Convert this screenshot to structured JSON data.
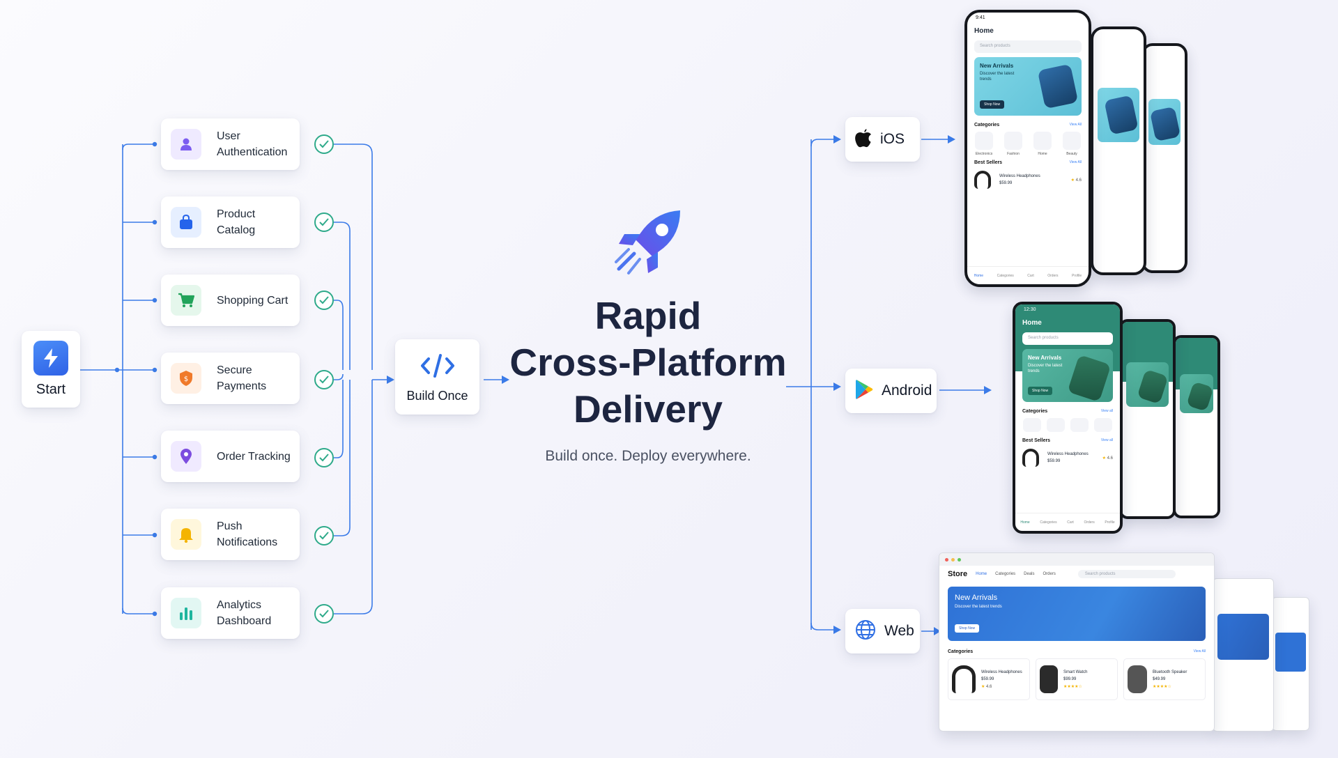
{
  "start": {
    "label": "Start",
    "icon": "lightning-icon"
  },
  "features": [
    {
      "label": "User Authentication",
      "icon": "user-icon",
      "color": "#7c5cf0",
      "bg": "#efeaff"
    },
    {
      "label": "Product Catalog",
      "icon": "shopping-bag-icon",
      "color": "#2563eb",
      "bg": "#e6efff"
    },
    {
      "label": "Shopping Cart",
      "icon": "cart-icon",
      "color": "#22a35a",
      "bg": "#e5f7ec"
    },
    {
      "label": "Secure Payments",
      "icon": "shield-icon",
      "color": "#f07a2a",
      "bg": "#fff0e4"
    },
    {
      "label": "Order Tracking",
      "icon": "location-pin-icon",
      "color": "#7c4ddf",
      "bg": "#f0eaff"
    },
    {
      "label": "Push Notifications",
      "icon": "bell-icon",
      "color": "#f4b400",
      "bg": "#fff7dc"
    },
    {
      "label": "Analytics Dashboard",
      "icon": "bar-chart-icon",
      "color": "#1fb59e",
      "bg": "#e2f7f3"
    }
  ],
  "build": {
    "label": "Build Once",
    "icon": "code-icon"
  },
  "title": {
    "line1": "Rapid",
    "line2": "Cross-Platform",
    "line3": "Delivery"
  },
  "tagline": "Build once. Deploy everywhere.",
  "platforms": [
    {
      "label": "iOS",
      "icon": "apple-icon"
    },
    {
      "label": "Android",
      "icon": "play-store-icon"
    },
    {
      "label": "Web",
      "icon": "globe-icon"
    }
  ],
  "colors": {
    "accent": "#2f6fe4",
    "check": "#2eaa8a",
    "title": "#1d2540"
  },
  "ios_app": {
    "time": "9:41",
    "header": "Home",
    "search": "Search products",
    "hero_title": "New Arrivals",
    "hero_sub": "Discover the latest trends",
    "hero_btn": "Shop Now",
    "categories_title": "Categories",
    "view_all": "View All",
    "categories": [
      "Electronics",
      "Fashion",
      "Home",
      "Beauty"
    ],
    "best_sellers": "Best Sellers",
    "product": "Wireless Headphones",
    "price": "$59.99",
    "rating": "4.6",
    "tabs": [
      "Home",
      "Categories",
      "Cart",
      "Orders",
      "Profile"
    ]
  },
  "android_app": {
    "time": "12:30",
    "header": "Home",
    "search": "Search products",
    "hero_title": "New Arrivals",
    "hero_sub": "Discover the latest trends",
    "hero_btn": "Shop Now",
    "categories_title": "Categories",
    "view_all": "View all",
    "best_sellers": "Best Sellers",
    "product": "Wireless Headphones",
    "price": "$59.99",
    "rating": "4.6",
    "tabs": [
      "Home",
      "Categories",
      "Cart",
      "Orders",
      "Profile"
    ]
  },
  "web_app": {
    "brand": "Store",
    "nav": [
      "Home",
      "Categories",
      "Deals",
      "Orders"
    ],
    "search": "Search products",
    "hero_title": "New Arrivals",
    "hero_sub": "Discover the latest trends",
    "hero_btn": "Shop Now",
    "categories_title": "Categories",
    "view_all": "View All",
    "products": [
      {
        "name": "Wireless Headphones",
        "price": "$59.99",
        "rating": "4.6"
      },
      {
        "name": "Smart Watch",
        "price": "$99.99",
        "rating": "★★★★☆"
      },
      {
        "name": "Bluetooth Speaker",
        "price": "$49.99",
        "rating": "★★★★☆"
      }
    ]
  }
}
